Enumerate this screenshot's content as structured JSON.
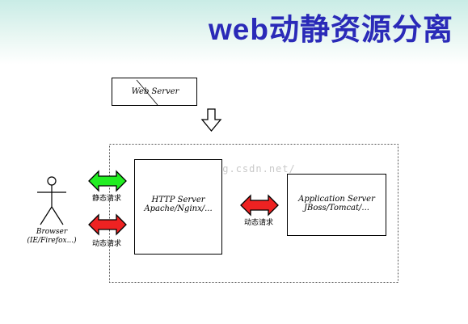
{
  "title": "web动静资源分离",
  "web_server": {
    "label": "Web Server"
  },
  "browser": {
    "line1": "Browser",
    "line2": "(IE/Firefox...)"
  },
  "arrows": {
    "static_request": "静态请求",
    "dynamic_request_left": "动态请求",
    "dynamic_request_right": "动态请求"
  },
  "http_server": {
    "line1": "HTTP Server",
    "line2": "Apache/Nginx/..."
  },
  "app_server": {
    "line1": "Application Server",
    "line2": "JBoss/Tomcat/..."
  },
  "watermark": "http://blog.csdn.net/",
  "colors": {
    "title": "#2a2ab8",
    "static_arrow": "#22ee22",
    "dynamic_arrow": "#ee2222"
  }
}
